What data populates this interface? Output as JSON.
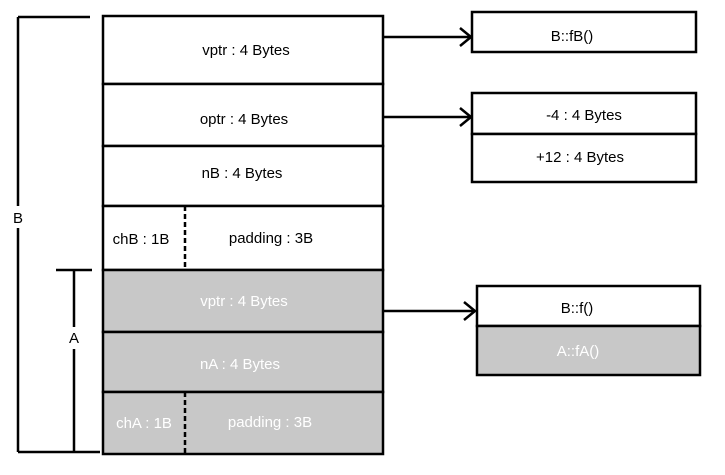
{
  "labels": {
    "outer": "B",
    "inner": "A"
  },
  "layout_b": {
    "vptr": "vptr : 4 Bytes",
    "optr": "optr : 4 Bytes",
    "nB": "nB : 4 Bytes",
    "chB": "chB : 1B",
    "paddingB": "padding : 3B"
  },
  "layout_a": {
    "vptr": "vptr : 4 Bytes",
    "nA": "nA : 4 Bytes",
    "chA": "chA : 1B",
    "paddingA": "padding : 3B"
  },
  "vtable_b": {
    "entry": "B::fB()"
  },
  "offset_table": {
    "row1": "-4 : 4 Bytes",
    "row2": "+12 : 4 Bytes"
  },
  "vtable_a": {
    "entry1": "B::f()",
    "entry2": "A::fA()"
  },
  "colors": {
    "shaded": "#c8c8c8",
    "stroke": "#000000",
    "text": "#000000",
    "shaded_text": "#ffffff"
  }
}
